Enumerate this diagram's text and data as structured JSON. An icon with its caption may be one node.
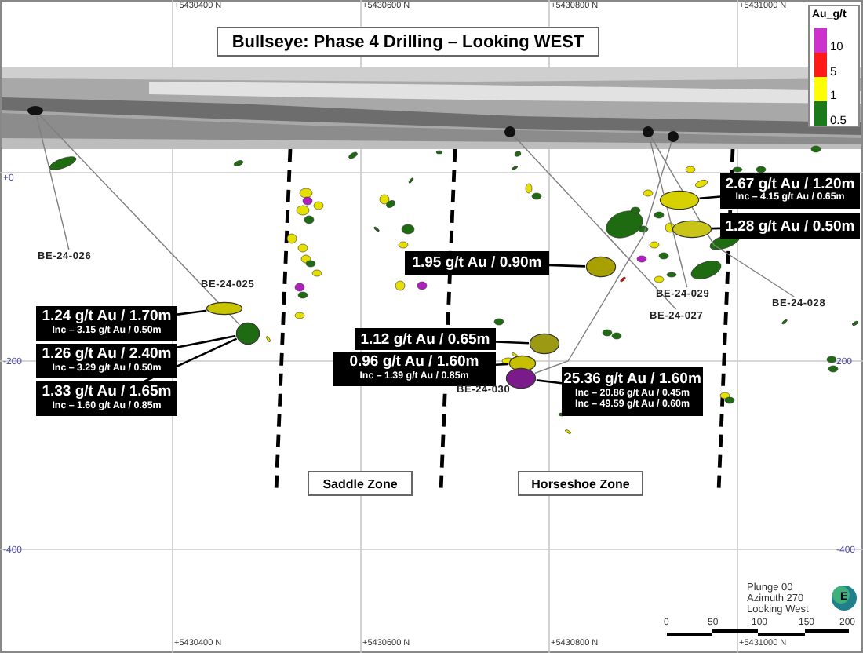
{
  "diagram": {
    "nodes": [
      {
        "text": [
          "Bullseye: Phase 4 Drilling – Looking WEST"
        ]
      },
      {
        "text": [],
        "shape": "circle"
      },
      {
        "text": [],
        "shape": "circle"
      },
      {
        "text": [],
        "shape": "circle"
      },
      {
        "text": [],
        "shape": "circle"
      },
      {
        "text": [
          "2.67 g/t Au / 1.20m",
          "Inc – 4.15 g/t Au / 0.65m"
        ]
      },
      {
        "text": [
          "1.28 g/t Au / 0.50m"
        ]
      },
      {
        "text": [
          "BE-24-026"
        ]
      },
      {
        "text": [
          "1.95 g/t Au / 0.90m"
        ]
      },
      {
        "text": [
          "BE-24-025"
        ]
      },
      {
        "text": [
          "BE-24-029"
        ]
      },
      {
        "text": [
          "BE-24-028"
        ]
      },
      {
        "text": [
          "BE-24-027"
        ]
      },
      {
        "text": [
          "1.24 g/t Au / 1.70m",
          "Inc – 3.15 g/t Au / 0.50m"
        ]
      },
      {
        "text": [
          "1.12 g/t Au / 0.65m"
        ]
      },
      {
        "text": [
          "1.26 g/t Au / 2.40m",
          "Inc – 3.29 g/t Au / 0.50m"
        ]
      },
      {
        "text": [
          "0.96 g/t Au / 1.60m",
          "Inc – 1.39 g/t Au / 0.85m"
        ]
      },
      {
        "text": [
          "25.36 g/t Au / 1.60m",
          "Inc – 20.86 g/t Au / 0.45m",
          "Inc – 49.59 g/t Au / 0.60m"
        ]
      },
      {
        "text": [
          "BE-24-030"
        ]
      },
      {
        "text": [
          "1.33 g/t Au / 1.65m",
          "Inc – 1.60 g/t Au / 0.85m"
        ]
      },
      {
        "text": [
          "Saddle Zone"
        ]
      },
      {
        "text": [
          "Horseshoe Zone"
        ]
      },
      {
        "text": [],
        "shape": "ellipse"
      },
      {
        "text": [],
        "shape": "ellipse"
      },
      {
        "text": [],
        "shape": "ellipse"
      },
      {
        "text": [],
        "shape": "ellipse"
      },
      {
        "text": [],
        "shape": "ellipse"
      },
      {
        "text": [],
        "shape": "ellipse"
      },
      {
        "text": [],
        "shape": "ellipse"
      },
      {
        "text": [],
        "shape": "ellipse"
      }
    ],
    "edges": [
      {
        "from": 1,
        "to": 7,
        "arrow": "none",
        "color": "#7f7f7f"
      },
      {
        "from": 1,
        "to": 23,
        "arrow": "none",
        "color": "#7f7f7f"
      },
      {
        "from": 2,
        "to": 12,
        "arrow": "none",
        "color": "#7f7f7f"
      },
      {
        "from": 3,
        "to": 10,
        "arrow": "none",
        "color": "#7f7f7f"
      },
      {
        "from": 3,
        "to": 11,
        "arrow": "none",
        "color": "#7f7f7f"
      },
      {
        "from": 4,
        "to": 27,
        "arrow": "none",
        "color": "#7f7f7f"
      },
      {
        "from": 13,
        "to": 22,
        "arrow": "none"
      },
      {
        "from": 15,
        "to": 23,
        "arrow": "none"
      },
      {
        "from": 19,
        "to": 23,
        "arrow": "none"
      },
      {
        "from": 8,
        "to": 24,
        "arrow": "none"
      },
      {
        "from": 14,
        "to": 25,
        "arrow": "none"
      },
      {
        "from": 16,
        "to": 26,
        "arrow": "none"
      },
      {
        "from": 17,
        "to": 27,
        "arrow": "none"
      },
      {
        "from": 5,
        "to": 28,
        "arrow": "none"
      },
      {
        "from": 6,
        "to": 29,
        "arrow": "none"
      }
    ],
    "labels": [
      "+5430400 N",
      "+5430600 N",
      "+5430800 N",
      "+5431000 N",
      "Au_g/t",
      "+0",
      "-200",
      "-200",
      "-400",
      "-400",
      "Plunge 00",
      "Azimuth 270",
      "Looking West",
      "E",
      "0",
      "50",
      "100",
      "150",
      "200",
      "+5430400 N",
      "+5430600 N",
      "+5430800 N",
      "+5431000 N"
    ],
    "legend": [
      {
        "text": "10",
        "color": "#cc33cc"
      },
      {
        "text": "5",
        "color": "#ff1a1a"
      },
      {
        "text": "1",
        "color": "#ffff00"
      },
      {
        "text": "0.5",
        "color": "#1a7a1a"
      }
    ]
  }
}
